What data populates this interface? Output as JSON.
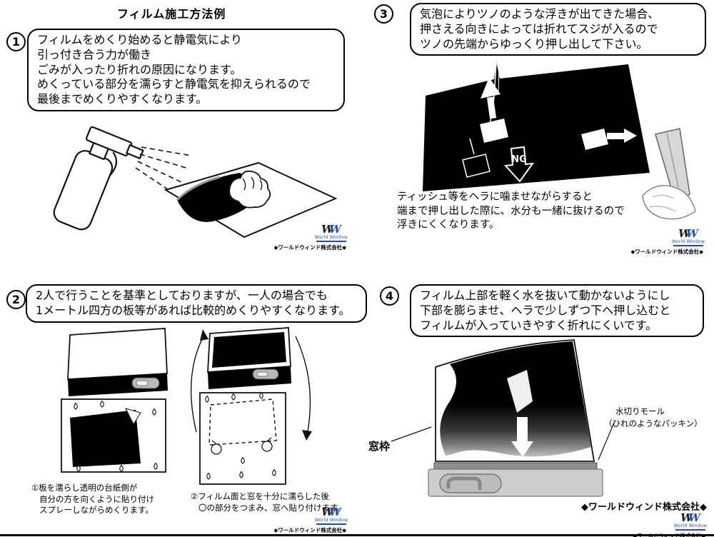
{
  "title": "フィルム施工方法例",
  "company_small": "◆ワールドウィンド株式会社◆",
  "logo": {
    "w1": "W",
    "w2": "W",
    "subtitle": "World Window"
  },
  "s1": {
    "num": "1",
    "lines": [
      "フィルムをめくり始めると静電気により",
      "引っ付き合う力が働き",
      "ごみが入ったり折れの原因になります。",
      "めくっている部分を濡らすと静電気を抑えられるので",
      "最後までめくりやすくなります。"
    ]
  },
  "s2": {
    "num": "2",
    "lines": [
      "2人で行うことを基準としておりますが、一人の場合でも",
      "1メートル四方の板等があれば比較的めくりやすくなります。"
    ],
    "caption1": [
      "①板を濡らし透明の台紙側が",
      "自分の方を向くように貼り付け",
      "スプレーしながらめくります。"
    ],
    "caption2": [
      "②フィルム面と窓を十分に濡らした後",
      "〇の部分をつまみ、窓へ貼り付けます。"
    ]
  },
  "s3": {
    "num": "3",
    "lines": [
      "気泡によりツノのような浮きが出てきた場合、",
      "押さえる向きによっては折れてスジが入るので",
      "ツノの先端からゆっくり押し出して下さい。"
    ],
    "ng_label": "NG",
    "note": [
      "ティッシュ等をヘラに噛ませながらすると",
      "端まで押し出した際に、水分も一緒に抜けるので",
      "浮きにくくなります。"
    ]
  },
  "s4": {
    "num": "4",
    "lines": [
      "フィルム上部を軽く水を抜いて動かないようにし",
      "下部を膨らませ、ヘラで少しずつ下へ押し込むと",
      "フィルムが入っていきやすく折れにくいです。"
    ],
    "label_window_frame": "窓枠",
    "label_molding_1": "水切りモール",
    "label_molding_2": "（ひれのようなパッキン）",
    "company_bold": "◆ワールドウィンド株式会社◆"
  }
}
